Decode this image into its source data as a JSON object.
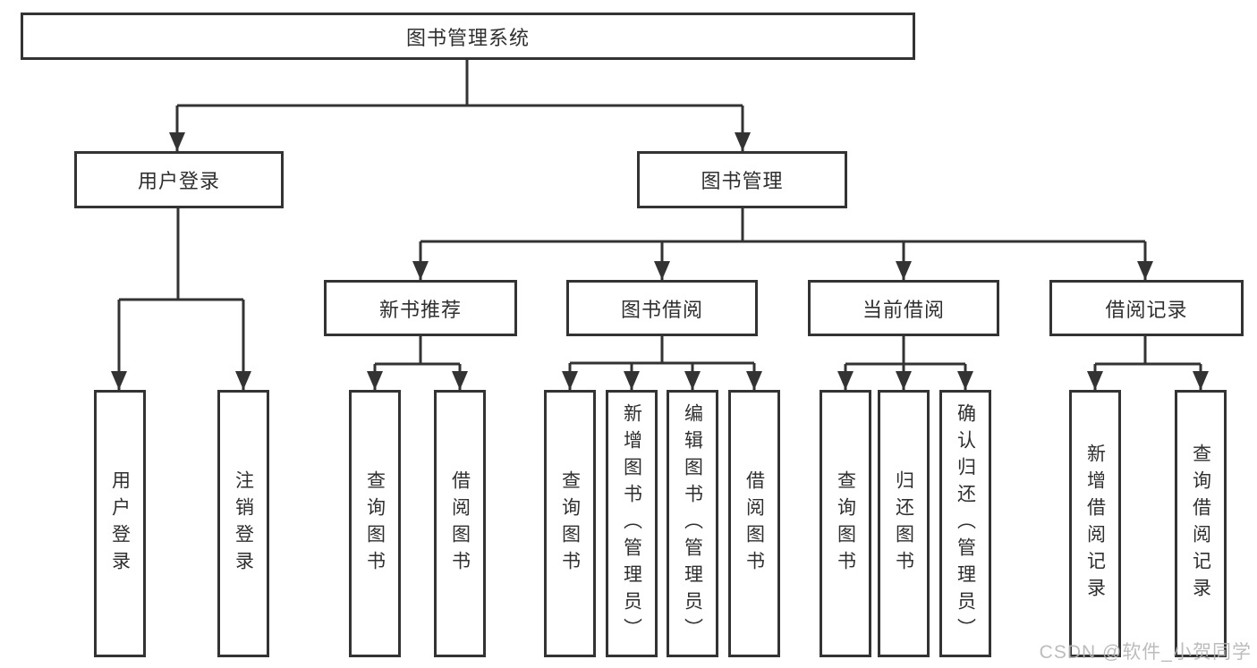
{
  "diagram": {
    "colors": {
      "line": "#333333",
      "text": "#2f2f2f",
      "background": "#ffffff",
      "watermark": "#b5b5b5"
    },
    "root": {
      "label": "图书管理系统"
    },
    "level2": [
      {
        "id": "user-login",
        "label": "用户登录"
      },
      {
        "id": "book-management",
        "label": "图书管理"
      }
    ],
    "level3": [
      {
        "id": "new-book-recommend",
        "label": "新书推荐"
      },
      {
        "id": "book-borrowing",
        "label": "图书借阅"
      },
      {
        "id": "current-borrowing",
        "label": "当前借阅"
      },
      {
        "id": "borrowing-records",
        "label": "借阅记录"
      }
    ],
    "leaves": [
      {
        "id": "user-login-leaf",
        "parent": "user-login",
        "label": "用户登录"
      },
      {
        "id": "logout",
        "parent": "user-login",
        "label": "注销登录"
      },
      {
        "id": "query-books-recommend",
        "parent": "new-book-recommend",
        "label": "查询图书"
      },
      {
        "id": "borrow-books-recommend",
        "parent": "new-book-recommend",
        "label": "借阅图书"
      },
      {
        "id": "query-books-borrowing",
        "parent": "book-borrowing",
        "label": "查询图书"
      },
      {
        "id": "add-books-admin",
        "parent": "book-borrowing",
        "label": "新增图书（管理员）"
      },
      {
        "id": "edit-books-admin",
        "parent": "book-borrowing",
        "label": "编辑图书（管理员）"
      },
      {
        "id": "borrow-books",
        "parent": "book-borrowing",
        "label": "借阅图书"
      },
      {
        "id": "query-books-current",
        "parent": "current-borrowing",
        "label": "查询图书"
      },
      {
        "id": "return-books",
        "parent": "current-borrowing",
        "label": "归还图书"
      },
      {
        "id": "confirm-return-admin",
        "parent": "current-borrowing",
        "label": "确认归还（管理员）"
      },
      {
        "id": "add-borrow-record",
        "parent": "borrowing-records",
        "label": "新增借阅记录"
      },
      {
        "id": "query-borrow-record",
        "parent": "borrowing-records",
        "label": "查询借阅记录"
      }
    ],
    "watermark": "CSDN @软件_小贺同学"
  }
}
